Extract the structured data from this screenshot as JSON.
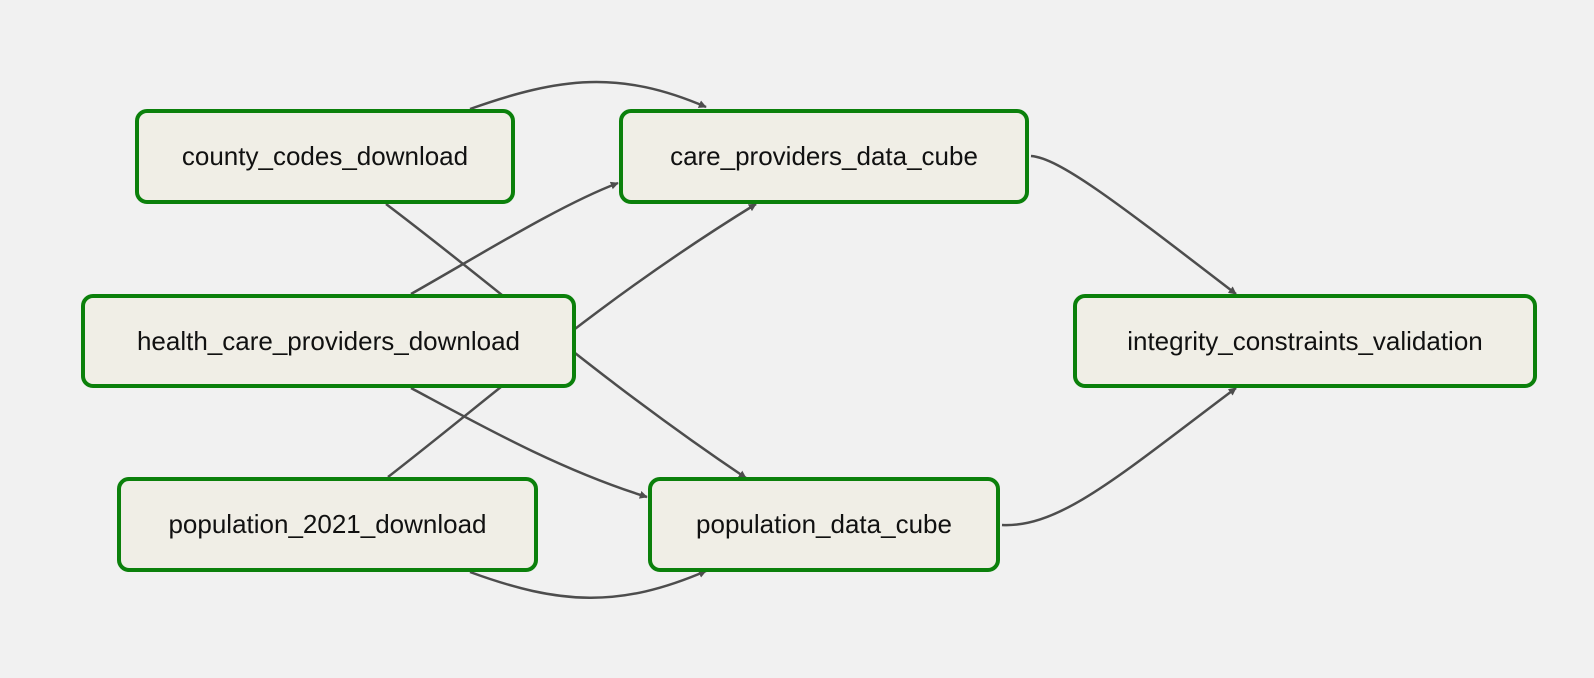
{
  "diagram": {
    "type": "dag",
    "colors": {
      "background": "#f1f1f1",
      "node_fill": "#f0eee6",
      "node_border": "#0b800b",
      "edge": "#4d4d4d",
      "text": "#111111"
    },
    "nodes": {
      "county_codes_download": {
        "label": "county_codes_download"
      },
      "health_care_providers_download": {
        "label": "health_care_providers_download"
      },
      "population_2021_download": {
        "label": "population_2021_download"
      },
      "care_providers_data_cube": {
        "label": "care_providers_data_cube"
      },
      "population_data_cube": {
        "label": "population_data_cube"
      },
      "integrity_constraints_validation": {
        "label": "integrity_constraints_validation"
      }
    },
    "edges": [
      {
        "from": "county_codes_download",
        "to": "care_providers_data_cube"
      },
      {
        "from": "county_codes_download",
        "to": "population_data_cube"
      },
      {
        "from": "health_care_providers_download",
        "to": "care_providers_data_cube"
      },
      {
        "from": "health_care_providers_download",
        "to": "population_data_cube"
      },
      {
        "from": "population_2021_download",
        "to": "care_providers_data_cube"
      },
      {
        "from": "population_2021_download",
        "to": "population_data_cube"
      },
      {
        "from": "care_providers_data_cube",
        "to": "integrity_constraints_validation"
      },
      {
        "from": "population_data_cube",
        "to": "integrity_constraints_validation"
      }
    ]
  }
}
